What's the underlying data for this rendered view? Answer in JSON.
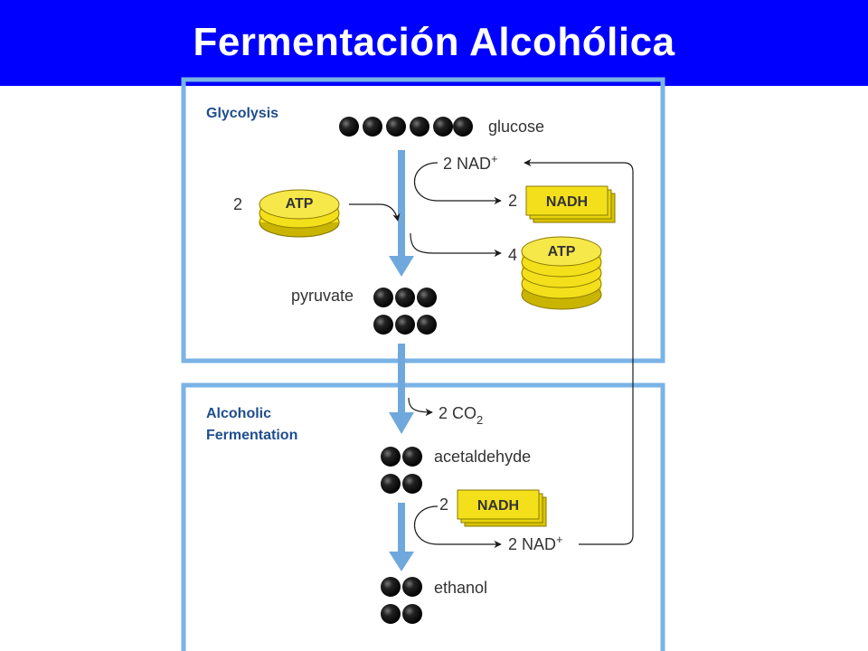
{
  "title": "Fermentación Alcohólica",
  "colors": {
    "title_bg": "#0000ff",
    "title_text": "#ffffff",
    "panel_border": "#7ab3e6",
    "flow_arrow": "#6fa8dc",
    "atp_yellow": "#f4e01a",
    "section_label": "#1f4e8c",
    "molecule": "#1a1a1a"
  },
  "glycolysis": {
    "section_label": "Glycolysis",
    "glucose_label": "glucose",
    "nad_in": "2 NAD+",
    "atp_in_count": "2",
    "atp_in_label": "ATP",
    "nadh_out_count": "2",
    "nadh_out_label": "NADH",
    "atp_out_count": "4",
    "atp_out_label": "ATP",
    "pyruvate_label": "pyruvate"
  },
  "fermentation": {
    "section_label_line1": "Alcoholic",
    "section_label_line2": "Fermentation",
    "co2_label": "2 CO",
    "co2_subscript": "2",
    "acetaldehyde_label": "acetaldehyde",
    "nadh_in_count": "2",
    "nadh_in_label": "NADH",
    "nad_out": "2 NAD+",
    "ethanol_label": "ethanol"
  }
}
